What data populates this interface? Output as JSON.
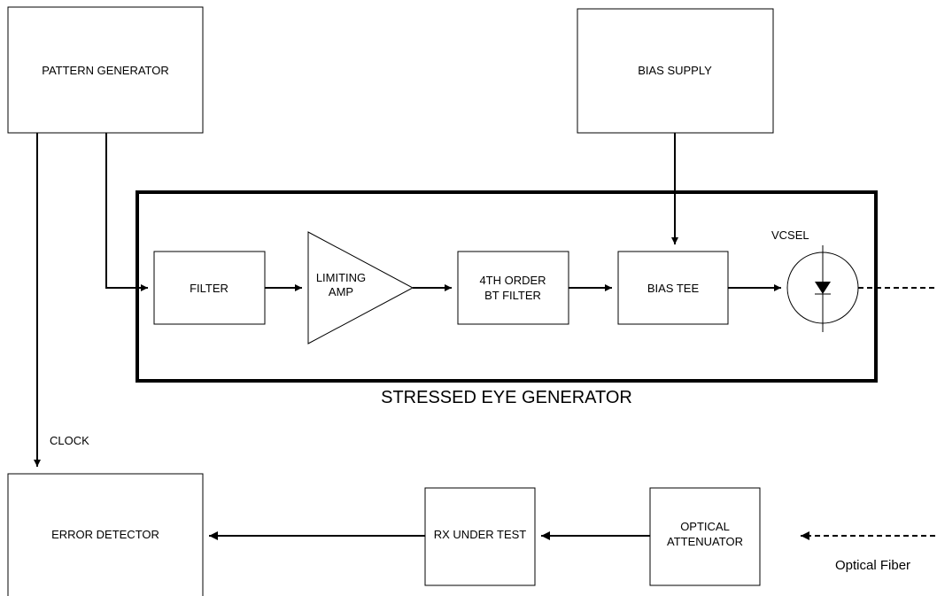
{
  "blocks": {
    "pattern_generator": "PATTERN GENERATOR",
    "bias_supply": "BIAS SUPPLY",
    "filter": "FILTER",
    "limiting_amp": [
      "LIMITING",
      "AMP"
    ],
    "bt_filter": [
      "4TH ORDER",
      "BT FILTER"
    ],
    "bias_tee": "BIAS TEE",
    "vcsel": "VCSEL",
    "error_detector": "ERROR DETECTOR",
    "rx_under_test": "RX UNDER TEST",
    "optical_attenuator": [
      "OPTICAL",
      "ATTENUATOR"
    ]
  },
  "labels": {
    "stressed_eye_generator": "STRESSED EYE GENERATOR",
    "clock": "CLOCK",
    "optical_fiber": "Optical Fiber"
  }
}
